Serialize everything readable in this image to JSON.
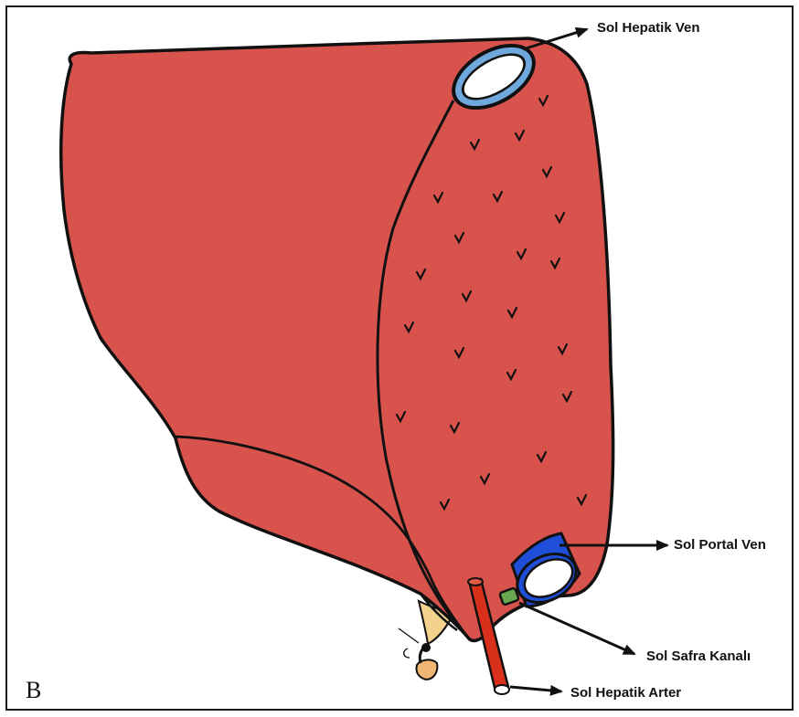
{
  "panel_letter": "B",
  "colors": {
    "liver": "#d9534d",
    "outline": "#111111",
    "hepatic_vein": "#6fa8dc",
    "portal_vein": "#1f4fd8",
    "bile_duct": "#6aa84f",
    "artery": "#d9301c",
    "ligament": "#f2d28c"
  },
  "labels": {
    "left_hepatic_vein": "Sol Hepatik Ven",
    "left_portal_vein": "Sol Portal Ven",
    "left_bile_duct": "Sol Safra Kanalı",
    "left_hepatic_artery": "Sol Hepatik Arter"
  }
}
